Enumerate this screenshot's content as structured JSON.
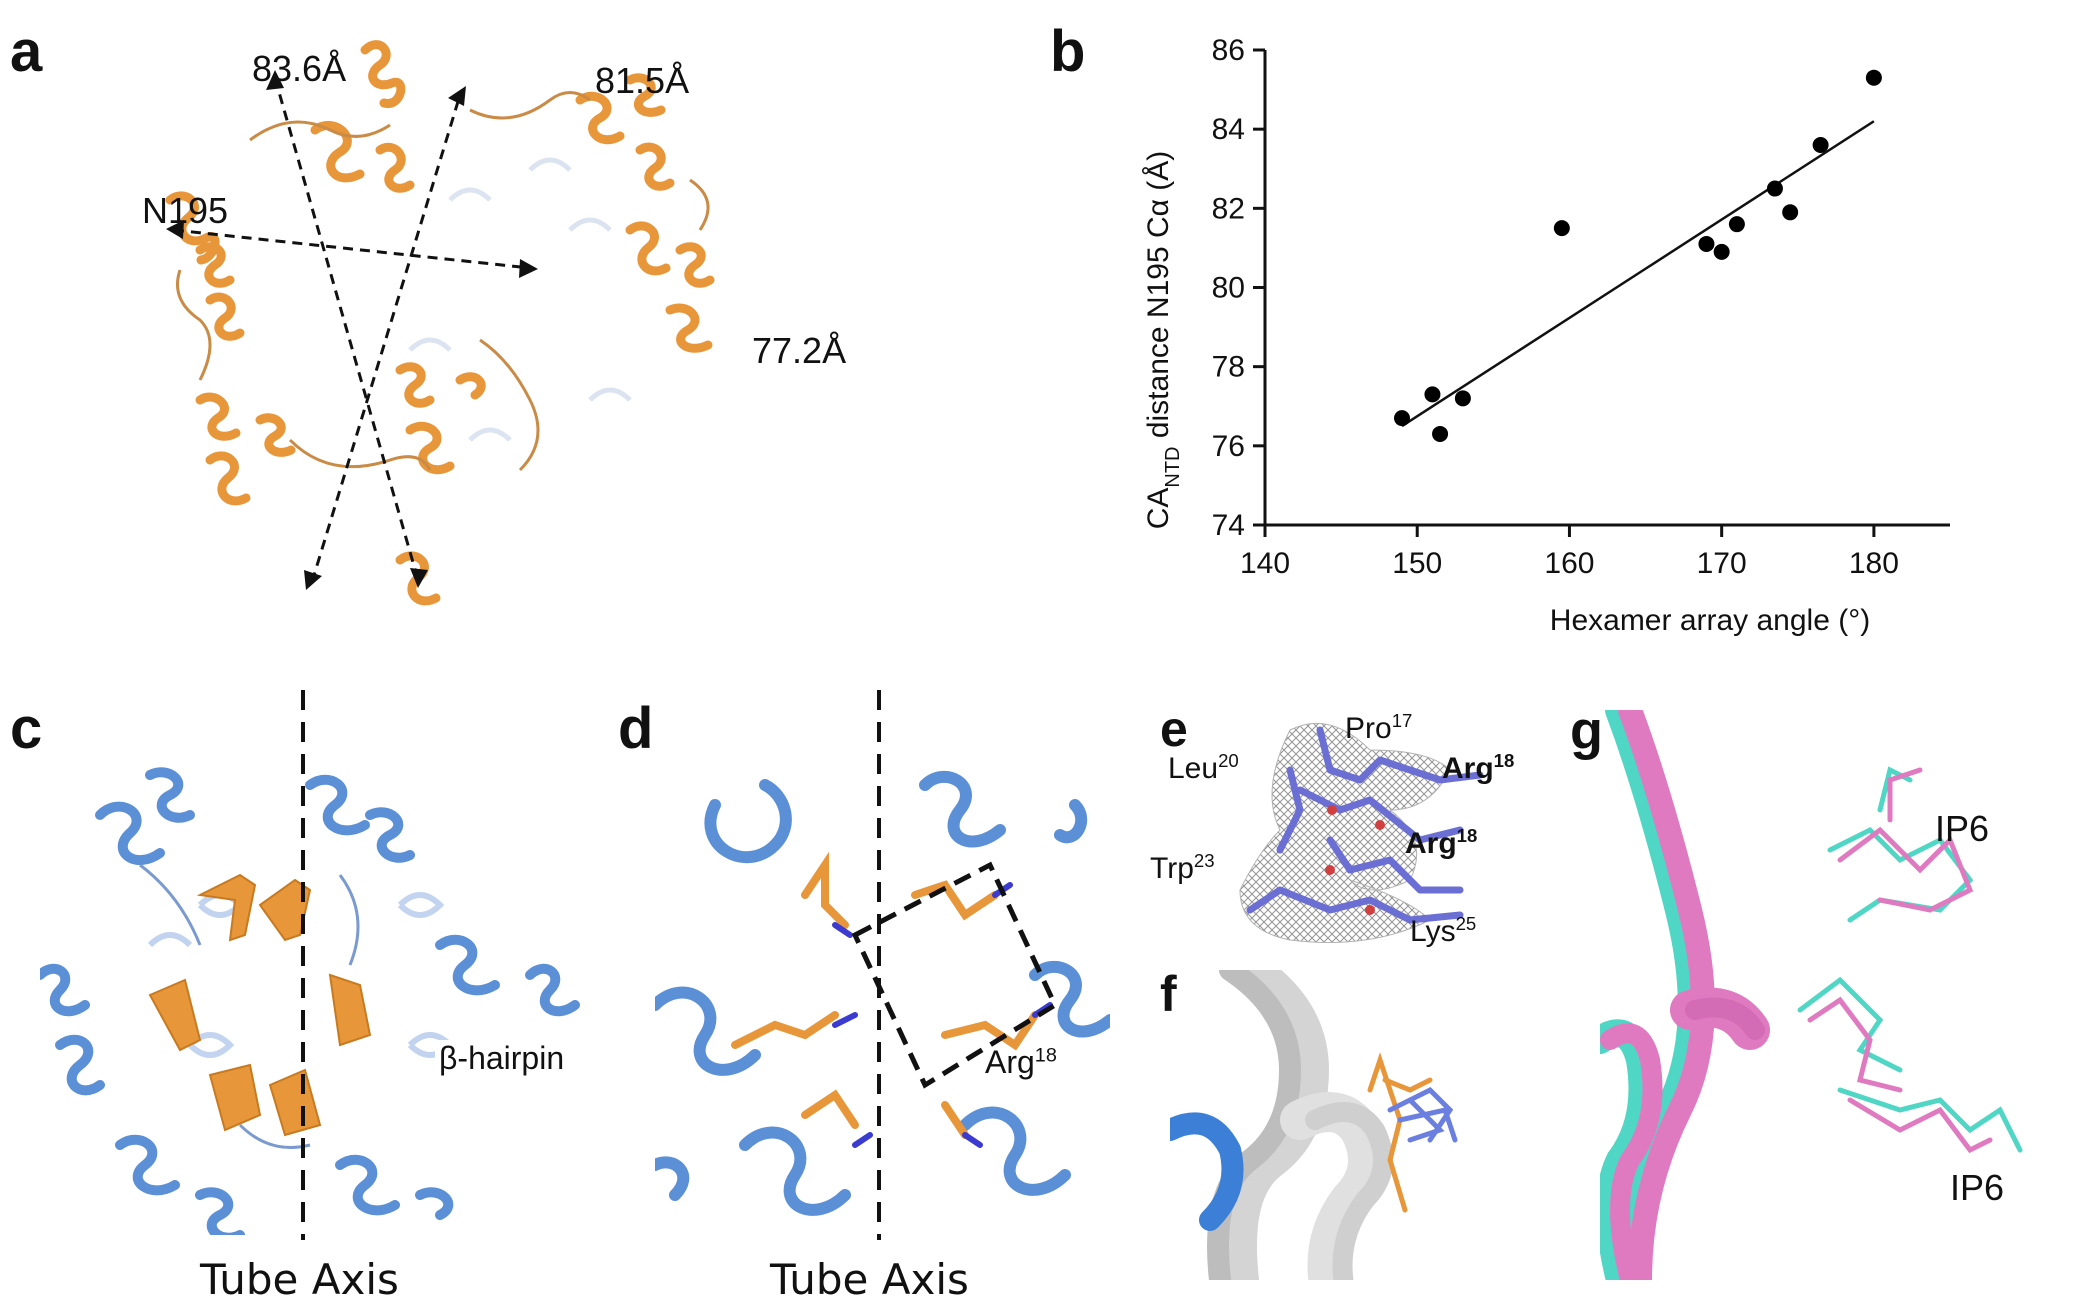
{
  "panels": {
    "a": {
      "letter": "a",
      "labels": {
        "d1": "83.6Å",
        "d2": "81.5Å",
        "d3": "77.2Å",
        "residue": "N195"
      }
    },
    "b": {
      "letter": "b"
    },
    "c": {
      "letter": "c",
      "hairpin": "β-hairpin",
      "axis": "Tube Axis"
    },
    "d": {
      "letter": "d",
      "arg": "Arg",
      "arg_sup": "18",
      "axis": "Tube Axis"
    },
    "e": {
      "letter": "e",
      "pro": "Pro",
      "pro_sup": "17",
      "leu": "Leu",
      "leu_sup": "20",
      "arg1": "Arg",
      "arg1_sup": "18",
      "arg2": "Arg",
      "arg2_sup": "18",
      "trp": "Trp",
      "trp_sup": "23",
      "lys": "Lys",
      "lys_sup": "25"
    },
    "f": {
      "letter": "f"
    },
    "g": {
      "letter": "g",
      "ip6_top": "IP6",
      "ip6_bottom": "IP6"
    }
  },
  "colors": {
    "orange": "#e8963a",
    "blue": "#5b8fd6",
    "cyan": "#4fd6c4",
    "pink": "#e07ac0",
    "purple": "#6b6fd4"
  },
  "chart_data": {
    "type": "scatter",
    "xlabel": "Hexamer array angle (°)",
    "ylabel_main": "CA",
    "ylabel_sub": "NTD",
    "ylabel_rest": " distance N195 Cα (Å)",
    "xlim": [
      140,
      185
    ],
    "ylim": [
      74,
      86
    ],
    "xticks": [
      140,
      150,
      160,
      170,
      180
    ],
    "yticks": [
      74,
      76,
      78,
      80,
      82,
      84,
      86
    ],
    "points": [
      {
        "x": 149,
        "y": 76.7
      },
      {
        "x": 151,
        "y": 77.3
      },
      {
        "x": 151.5,
        "y": 76.3
      },
      {
        "x": 153,
        "y": 77.2
      },
      {
        "x": 159.5,
        "y": 81.5
      },
      {
        "x": 169,
        "y": 81.1
      },
      {
        "x": 170,
        "y": 80.9
      },
      {
        "x": 171,
        "y": 81.6
      },
      {
        "x": 173.5,
        "y": 82.5
      },
      {
        "x": 174.5,
        "y": 81.9
      },
      {
        "x": 176.5,
        "y": 83.6
      },
      {
        "x": 180,
        "y": 85.3
      }
    ],
    "fit_line": {
      "x": [
        149,
        180
      ],
      "y": [
        76.5,
        84.2
      ]
    },
    "grid": false
  }
}
